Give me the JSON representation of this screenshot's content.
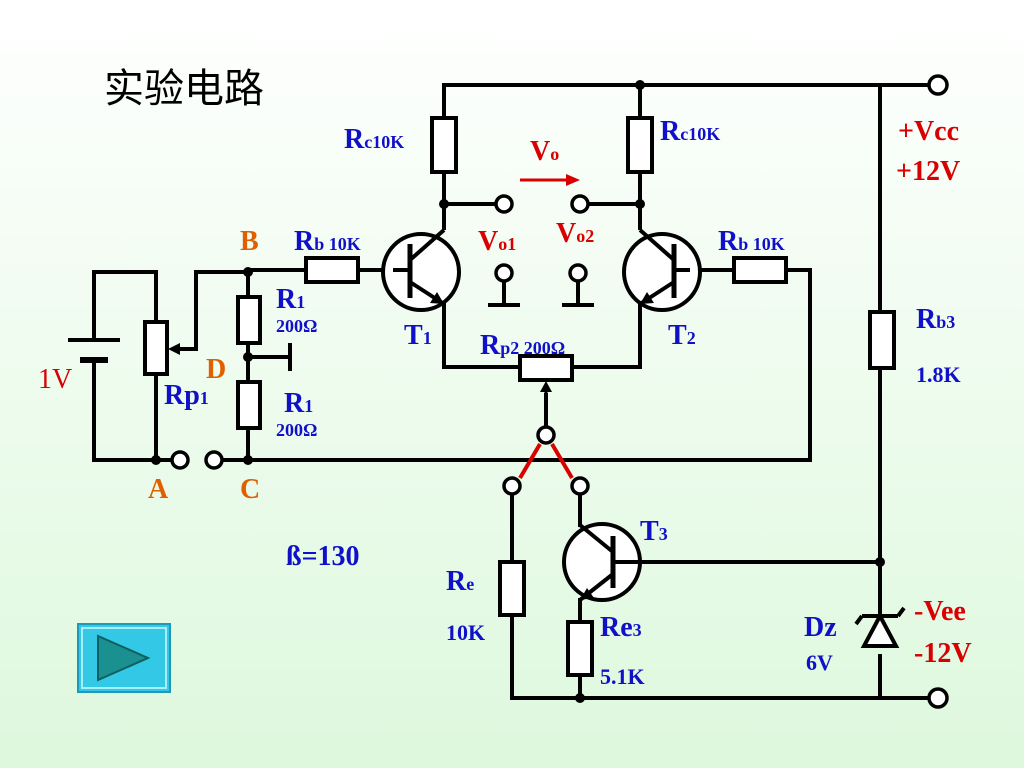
{
  "title": "实验电路",
  "colors": {
    "label": "#1010c8",
    "supply": "#d80000",
    "node": "#e06000",
    "jumper": "#d80000",
    "play_button_bg": "#33c8e6",
    "play_arrow": "#1a9090"
  },
  "labels": {
    "rc_left": {
      "main": "R",
      "sub": "c10K"
    },
    "rc_right": {
      "main": "R",
      "sub": "c10K"
    },
    "vo": {
      "main": "V",
      "sub": "o"
    },
    "vo1": {
      "main": "V",
      "sub": "o1"
    },
    "vo2": {
      "main": "V",
      "sub": "o2"
    },
    "rb_left": {
      "main": "R",
      "sub": "b 10K"
    },
    "rb_right": {
      "main": "R",
      "sub": "b 10K"
    },
    "r1_top": {
      "main": "R",
      "sub": "1",
      "value": "200Ω"
    },
    "r1_bottom": {
      "main": "R",
      "sub": "1",
      "value": "200Ω"
    },
    "t1": {
      "main": "T",
      "sub": "1"
    },
    "t2": {
      "main": "T",
      "sub": "2"
    },
    "t3": {
      "main": "T",
      "sub": "3"
    },
    "rp2": {
      "main": "R",
      "sub": "p2 200Ω"
    },
    "rp1": {
      "main": "Rp",
      "sub": "1"
    },
    "re": {
      "main": "R",
      "sub": "e",
      "value": "10K"
    },
    "re3": {
      "main": "Re",
      "sub": "3",
      "value": "5.1K"
    },
    "rb3": {
      "main": "R",
      "sub": "b3",
      "value": "1.8K"
    },
    "dz": {
      "main": "Dz",
      "value": "6V"
    },
    "beta": "ß=130",
    "battery": "1V",
    "node_a": "A",
    "node_b": "B",
    "node_c": "C",
    "node_d": "D",
    "vcc": "+Vcc",
    "vcc_value": "+12V",
    "vee": "-Vee",
    "vee_value": "-12V"
  },
  "play_button": {
    "icon": "play-icon"
  }
}
